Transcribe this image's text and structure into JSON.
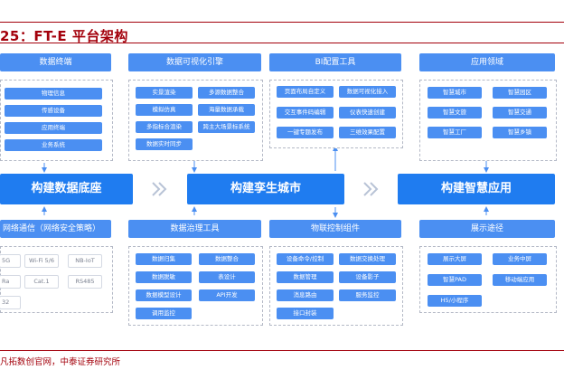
{
  "title": "25：FT-E 平台架构",
  "source": "凡拓数创官网，中泰证券研究所",
  "colors": {
    "accent": "#a3000b",
    "block": "#4b8ff2",
    "band": "#1f7cf0",
    "chip_border": "#d4d9e3"
  },
  "top_sections": [
    {
      "header": "数据终端",
      "items": [
        "物理信息",
        "传感设备",
        "应用终端",
        "业务系统"
      ]
    },
    {
      "header": "数据可视化引擎",
      "items": [
        "实景渲染",
        "多源数据整合",
        "模拟仿真",
        "海量数据承载",
        "多指标合渲染",
        "跨主大场景标系统",
        "数据实时同步"
      ]
    },
    {
      "header": "BI配置工具",
      "items": [
        "页面布局自定义",
        "数据可视化接入",
        "交互事件码编辑",
        "仪表快速创建",
        "一键专题发布",
        "三维效果配置"
      ]
    },
    {
      "header": "应用领域",
      "items": [
        "智慧城市",
        "智慧园区",
        "智慧文旅",
        "智慧交通",
        "智慧工厂",
        "智慧乡镇"
      ]
    }
  ],
  "bands": [
    "构建数据底座",
    "构建孪生城市",
    "构建智慧应用"
  ],
  "bottom_sections": [
    {
      "header": "网络通信（网络安全策略）",
      "items": [
        "5G",
        "Wi-Fi 5/6",
        "NB-IoT",
        "Ra",
        "Cat.1",
        "RS485",
        "32"
      ]
    },
    {
      "header": "数据治理工具",
      "items": [
        "数据归集",
        "数据整合",
        "数据脱敏",
        "表设计",
        "数据模型设计",
        "API开发",
        "调用监控"
      ]
    },
    {
      "header": "物联控制组件",
      "items": [
        "设备命令/控制",
        "数据交换处理",
        "数据管理",
        "设备影子",
        "消息路由",
        "服务监控",
        "接口封装"
      ]
    },
    {
      "header": "展示途径",
      "items": [
        "展示大屏",
        "业务中屏",
        "智慧PAD",
        "移动端应用",
        "H5/小程序"
      ]
    }
  ]
}
